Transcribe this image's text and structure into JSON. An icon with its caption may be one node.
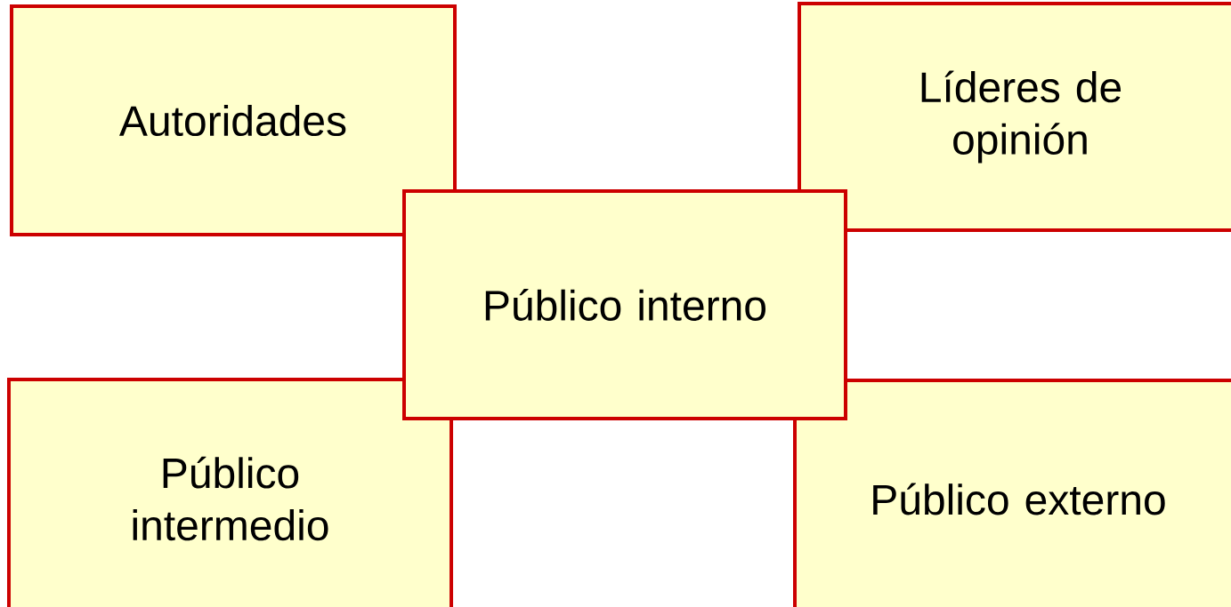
{
  "diagram": {
    "nodes": [
      {
        "text": [
          "Autoridades"
        ]
      },
      {
        "text": [
          "Líderes de opinión"
        ]
      },
      {
        "text": [
          "Público interno"
        ]
      },
      {
        "text": [
          "Público intermedio"
        ]
      },
      {
        "text": [
          "Público externo"
        ]
      }
    ]
  }
}
